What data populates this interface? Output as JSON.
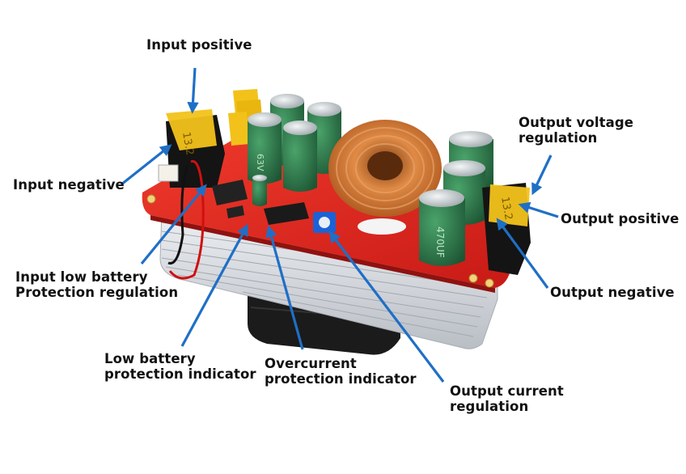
{
  "image": {
    "subject": "module-photo",
    "colors": {
      "pcb": "#e0221d",
      "heatsink": "#d9dde2",
      "coil_copper": "#c8692a",
      "capacitor": "#2f7a4d",
      "fuse": "#f2c21a",
      "arrow": "#1f6fc6",
      "trimmer": "#1c62d6",
      "fan": "#1b1b1b"
    }
  },
  "callouts": {
    "input_positive": {
      "lines": [
        "Input positive"
      ]
    },
    "input_negative": {
      "lines": [
        "Input negative"
      ]
    },
    "input_low_battery": {
      "lines": [
        "Input low battery",
        "Protection regulation"
      ]
    },
    "low_battery_indicator": {
      "lines": [
        "Low battery",
        "protection indicator"
      ]
    },
    "overcurrent_indicator": {
      "lines": [
        "Overcurrent",
        "protection indicator"
      ]
    },
    "output_current": {
      "lines": [
        "Output current",
        "regulation"
      ]
    },
    "output_voltage": {
      "lines": [
        "Output voltage",
        "regulation"
      ]
    },
    "output_positive": {
      "lines": [
        "Output positive"
      ]
    },
    "output_negative": {
      "lines": [
        "Output negative"
      ]
    }
  },
  "component_markings": {
    "fuse_left": "13.2",
    "fuse_right": "13.2",
    "capacitor_small": "63V",
    "capacitor_output": "470UF"
  }
}
